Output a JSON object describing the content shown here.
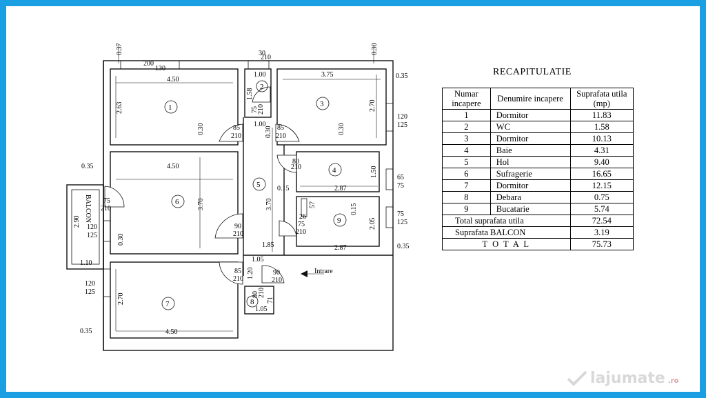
{
  "recap": {
    "title": "RECAPITULATIE",
    "headers": [
      "Numar incapere",
      "Denumire incapere",
      "Suprafata utila (mp)"
    ],
    "rows": [
      [
        "1",
        "Dormitor",
        "11.83"
      ],
      [
        "2",
        "WC",
        "1.58"
      ],
      [
        "3",
        "Dormitor",
        "10.13"
      ],
      [
        "4",
        "Baie",
        "4.31"
      ],
      [
        "5",
        "Hol",
        "9.40"
      ],
      [
        "6",
        "Sufragerie",
        "16.65"
      ],
      [
        "7",
        "Dormitor",
        "12.15"
      ],
      [
        "8",
        "Debara",
        "0.75"
      ],
      [
        "9",
        "Bucatarie",
        "5.74"
      ]
    ],
    "total_util_label": "Total suprafata utila",
    "total_util_value": "72.54",
    "balcon_label": "Suprafata  BALCON",
    "balcon_value": "3.19",
    "total_label": "T O T A L",
    "total_value": "75.73"
  },
  "plan": {
    "room_numbers": [
      "1",
      "2",
      "3",
      "4",
      "5",
      "6",
      "7",
      "8",
      "9"
    ],
    "balcon_label": "BALCON",
    "entrance_label": "Intrare",
    "dims": {
      "d_037": "0.37",
      "d_200": "200",
      "d_130": "130",
      "d_30": "30",
      "d_210": "210",
      "d_030_top": "0.30",
      "d_035_r": "0.35",
      "d_450_1": "4.50",
      "d_263": "2.63",
      "d_100_a": "1.00",
      "d_158": "1.58",
      "d_375": "3.75",
      "d_270_3": "2.70",
      "d_120_3": "120",
      "d_125_3": "125",
      "d_75_wc": "75",
      "d_210_wc": "210",
      "d_100_b": "1.00",
      "d_85_1": "85",
      "d_210_1": "210",
      "d_85_3": "85",
      "d_210_3": "210",
      "d_030_1": "0.30",
      "d_030_h": "0.30",
      "d_030_3": "0.30",
      "d_035_l": "0.35",
      "d_450_6": "4.50",
      "d_80_4": "80",
      "d_210_4": "210",
      "d_150": "1.50",
      "d_65": "65",
      "d_75_4": "75",
      "d_015_a": "0.15",
      "d_287_a": "2.87",
      "d_75_bal": "75",
      "d_210_bal": "210",
      "d_370_6": "3.70",
      "d_370_h": "3.70",
      "d_57": "57",
      "d_015_b": "0.15",
      "d_26": "26",
      "d_75_9": "75",
      "d_210_9": "210",
      "d_205": "2.05",
      "d_75_9r": "75",
      "d_125_9r": "125",
      "d_290": "2.90",
      "d_120_bal": "120",
      "d_125_bal": "125",
      "d_030_6": "0.30",
      "d_90_6": "90",
      "d_210_6": "210",
      "d_185": "1.85",
      "d_287_b": "2.87",
      "d_035_r2": "0.35",
      "d_110": "1.10",
      "d_105_a": "1.05",
      "d_120_h": "1.20",
      "d_85_7": "85",
      "d_210_7": "210",
      "d_90_e": "90",
      "d_210_e": "210",
      "d_80_8": "80",
      "d_210_8": "210",
      "d_71": "71",
      "d_105_b": "1.05",
      "d_120_7": "120",
      "d_125_7": "125",
      "d_270_7": "2.70",
      "d_035_7": "0.35",
      "d_450_7": "4.50"
    }
  },
  "watermark": {
    "text": "lajumate",
    "tld": ".ro"
  },
  "colors": {
    "frame": "#1aa0e2",
    "line": "#111111",
    "background": "#ffffff"
  }
}
